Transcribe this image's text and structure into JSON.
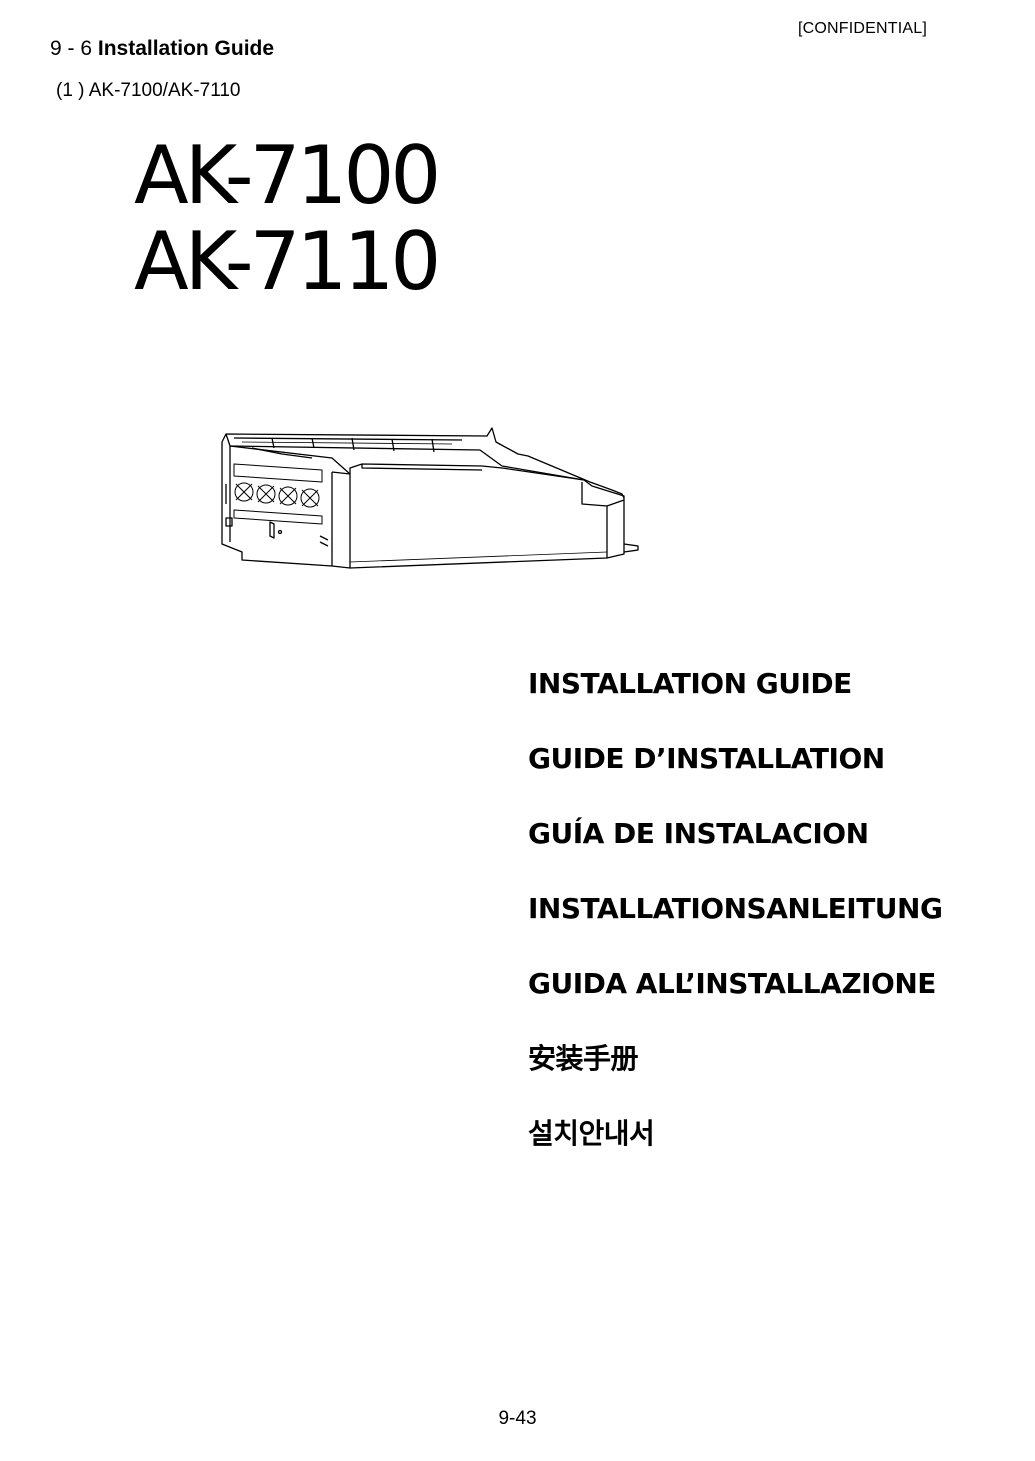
{
  "header": {
    "confidential": "[CONFIDENTIAL]",
    "section_number": "9 - 6",
    "section_title": "Installation Guide",
    "sub_heading": "(1 ) AK-7100/AK-7110"
  },
  "models": [
    "AK-7100",
    "AK-7110"
  ],
  "guide_titles": [
    "INSTALLATION GUIDE",
    "GUIDE D’INSTALLATION",
    "GUÍA DE INSTALACION",
    "INSTALLATIONSANLEITUNG",
    "GUIDA ALL’INSTALLAZIONE",
    "安装手册",
    "설치안내서"
  ],
  "footer": {
    "page_number": "9-43"
  }
}
